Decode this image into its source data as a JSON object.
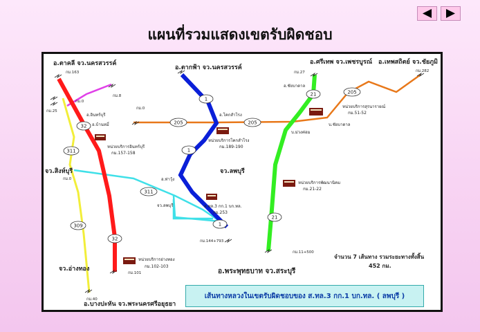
{
  "nav": {
    "prev_icon": "triangle-left-icon",
    "next_icon": "triangle-right-icon"
  },
  "title": "แผนที่รวมแสดงเขตรับผิดชอบ",
  "places": {
    "takhli": "อ.ตาคลี จว.นครสวรรค์",
    "takfa": "อ.ตากฟ้า จว.นครสวรรค์",
    "sithep": "อ.ศรีเทพ จว.เพชรบูรณ์",
    "thepsathit": "อ.เทพสถิตย์ จว.ชัยภูมิ",
    "singburi": "จว.สิงห์บุรี",
    "lopburi_prov": "จว.ลพบุรี",
    "angthong": "จว.อ่างทอง",
    "bangpahan": "อ.บางปะหัน จว.พระนครศรีอยุธยา",
    "phraphutthabat": "อ.พระพุทธบาท จว.สระบุรี"
  },
  "towns": {
    "inburi": "อ.อินทร์บุรี",
    "bannmi": "อ.บ้านหมี่",
    "khoksamrong": "อ.โคกสำโรง",
    "thawung": "อ.ท่าวุ้ง",
    "lopburi_town": "จว.ลพบุรี",
    "chaibadan": "อ.ชัยบาดาล",
    "muak_lek": "บ.ม่วงค่อม",
    "ban_chaibadan": "บ.ชัยบาดาล"
  },
  "units": {
    "inburi": {
      "name": "หน่วยบริการอินทร์บุรี",
      "km": "กม.157-158"
    },
    "khoksamrong": {
      "name": "หน่วยบริการโคกสำโรง",
      "km": "กม.189-190"
    },
    "hq": {
      "name": "ส.ทล.3 กก.1 บก.ทล.",
      "km": "กม.253"
    },
    "angthong": {
      "name": "หน่วยบริการอ่างทอง",
      "km": "กม.102-103"
    },
    "phatthananikhom": {
      "name": "หน่วยบริการพัฒนานิคม",
      "km": "กม.21-22"
    },
    "suranarai": {
      "name": "หน่วยบริการสุรนารายณ์",
      "km": "กม.51-52"
    }
  },
  "km_marks": {
    "k163": "กม.163",
    "k0a": "กม.0",
    "k8": "กม.8",
    "k25": "กม.25",
    "k0b": "กม.0",
    "k0c": "กม.0",
    "k27": "กม.27",
    "k282": "กม.282",
    "k101": "กม.101",
    "k40": "กม.40",
    "k144": "กม.144+793",
    "k11": "กม.11+500"
  },
  "routes": {
    "r1": "1",
    "r1b": "1",
    "r1c": "1",
    "r21": "21",
    "r21b": "21",
    "r32": "32",
    "r32b": "32",
    "r205a": "205",
    "r205b": "205",
    "r205c": "205",
    "r311a": "311",
    "r311b": "311",
    "r309": "309"
  },
  "summary_line1": "จำนวน 7 เส้นทาง รวมระยะทางทั้งสิ้น",
  "summary_line2": "452 กม.",
  "legend": "เส้นทางหลวงในเขตรับผิดชอบของ ส.ทล.3 กก.1 บก.ทล. ( ลพบุรี )",
  "colors": {
    "red": "#ff1a1a",
    "blue": "#0a1fd8",
    "green": "#33ee22",
    "orange": "#e8781a",
    "yellow": "#f2ee3a",
    "cyan": "#3fe0e8",
    "magenta": "#e040e8"
  }
}
